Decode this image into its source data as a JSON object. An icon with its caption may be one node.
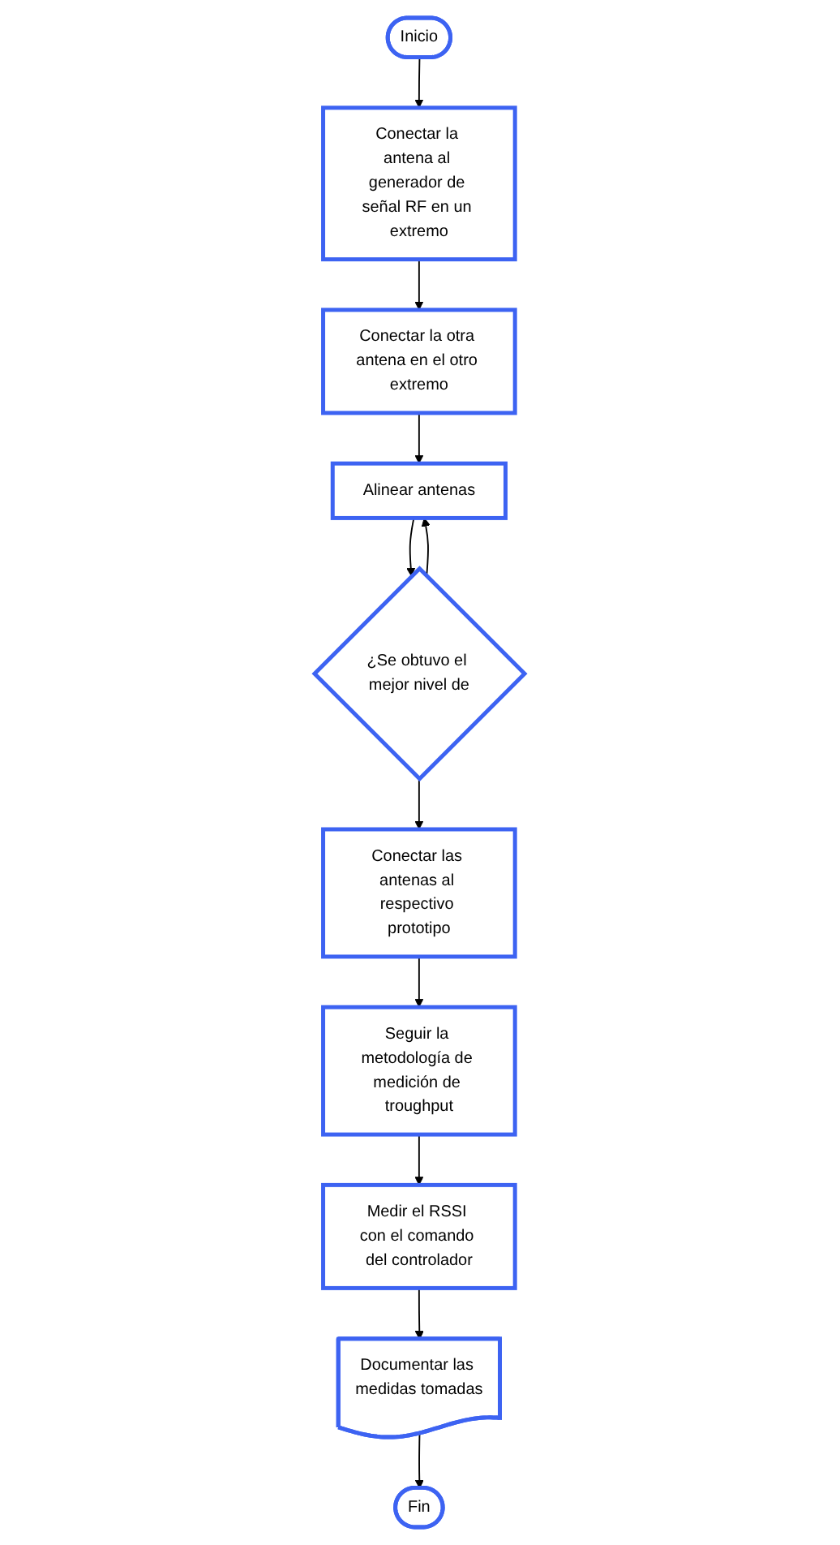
{
  "diagram": {
    "nodes": [
      {
        "text": [
          "Inicio"
        ]
      },
      {
        "text": [
          "Conectar la antena al generador de señal RF en un extremo"
        ]
      },
      {
        "text": [
          "Conectar la otra antena en el otro extremo"
        ]
      },
      {
        "text": [
          "Alinear antenas"
        ]
      },
      {
        "text": [
          "¿Se obtuvo el mejor nivel de"
        ]
      },
      {
        "text": [
          "Conectar las antenas al respectivo prototipo"
        ]
      },
      {
        "text": [
          "Seguir la metodología de medición de troughput"
        ]
      },
      {
        "text": [
          "Medir el RSSI con el comando del controlador"
        ]
      },
      {
        "text": [
          "Documentar las medidas tomadas"
        ]
      },
      {
        "text": [
          "Fin"
        ]
      }
    ],
    "edges": [
      {
        "from": 0,
        "to": 1,
        "arrow": "to"
      },
      {
        "from": 1,
        "to": 2,
        "arrow": "to"
      },
      {
        "from": 2,
        "to": 3,
        "arrow": "to"
      },
      {
        "from": 3,
        "to": 4,
        "arrow": "to"
      },
      {
        "from": 4,
        "to": 3,
        "arrow": "to"
      },
      {
        "from": 4,
        "to": 5,
        "arrow": "to"
      },
      {
        "from": 5,
        "to": 6,
        "arrow": "to"
      },
      {
        "from": 6,
        "to": 7,
        "arrow": "to"
      },
      {
        "from": 7,
        "to": 8,
        "arrow": "to"
      },
      {
        "from": 8,
        "to": 9,
        "arrow": "to"
      }
    ]
  }
}
